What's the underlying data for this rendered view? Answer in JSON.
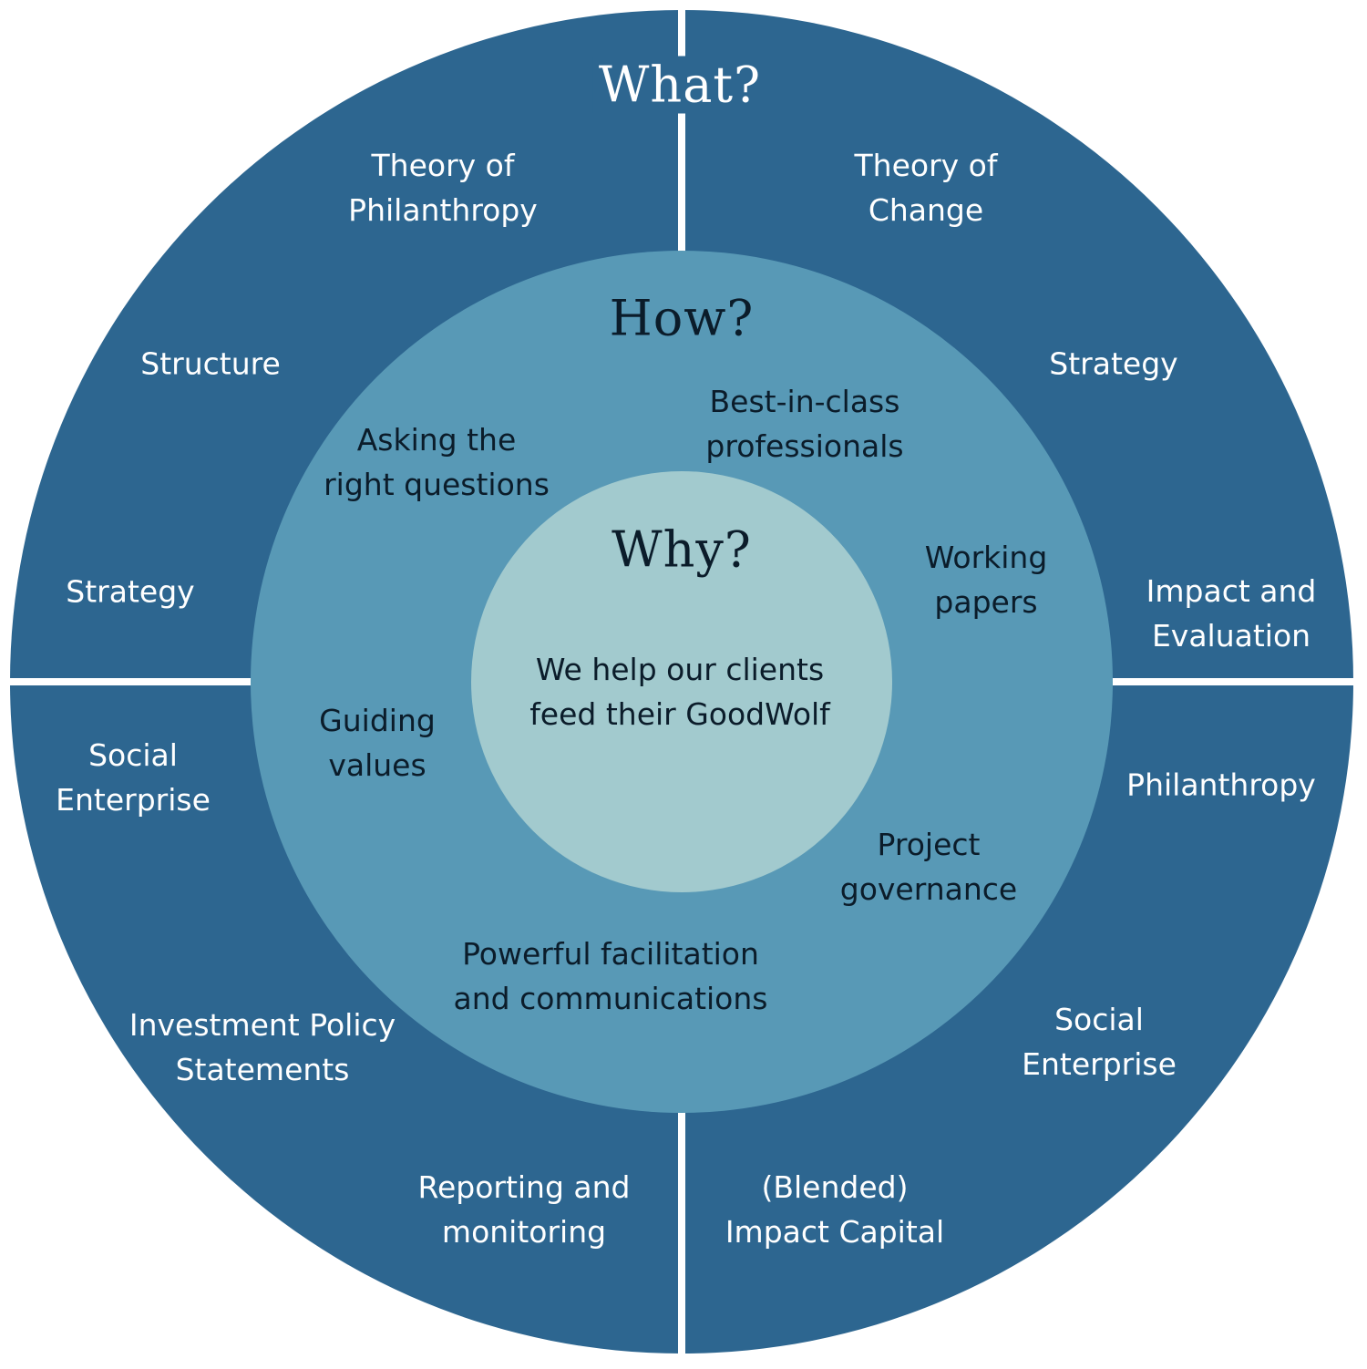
{
  "colors": {
    "outer_ring": "#2d6690",
    "middle_ring": "#5899b6",
    "core": "#a2cace",
    "divider": "#ffffff",
    "outer_text": "#ffffff",
    "inner_text": "#0b1c2a"
  },
  "what": {
    "heading": "What?",
    "items": [
      {
        "line1": "Theory of",
        "line2": "Philanthropy"
      },
      {
        "line1": "Theory of",
        "line2": "Change"
      },
      {
        "line1": "Structure",
        "line2": ""
      },
      {
        "line1": "Strategy",
        "line2": ""
      },
      {
        "line1": "Strategy",
        "line2": ""
      },
      {
        "line1": "Impact and",
        "line2": "Evaluation"
      },
      {
        "line1": "Social",
        "line2": "Enterprise"
      },
      {
        "line1": "Philanthropy",
        "line2": ""
      },
      {
        "line1": "Investment Policy",
        "line2": "Statements"
      },
      {
        "line1": "Social",
        "line2": "Enterprise"
      },
      {
        "line1": "Reporting and",
        "line2": "monitoring"
      },
      {
        "line1": "(Blended)",
        "line2": "Impact Capital"
      }
    ]
  },
  "how": {
    "heading": "How?",
    "items": [
      {
        "line1": "Best-in-class",
        "line2": "professionals"
      },
      {
        "line1": "Asking the",
        "line2": "right questions"
      },
      {
        "line1": "Working",
        "line2": "papers"
      },
      {
        "line1": "Guiding",
        "line2": "values"
      },
      {
        "line1": "Project",
        "line2": "governance"
      },
      {
        "line1": "Powerful facilitation",
        "line2": "and communications"
      }
    ]
  },
  "why": {
    "heading": "Why?",
    "line1": "We help our clients",
    "line2": "feed their GoodWolf"
  }
}
